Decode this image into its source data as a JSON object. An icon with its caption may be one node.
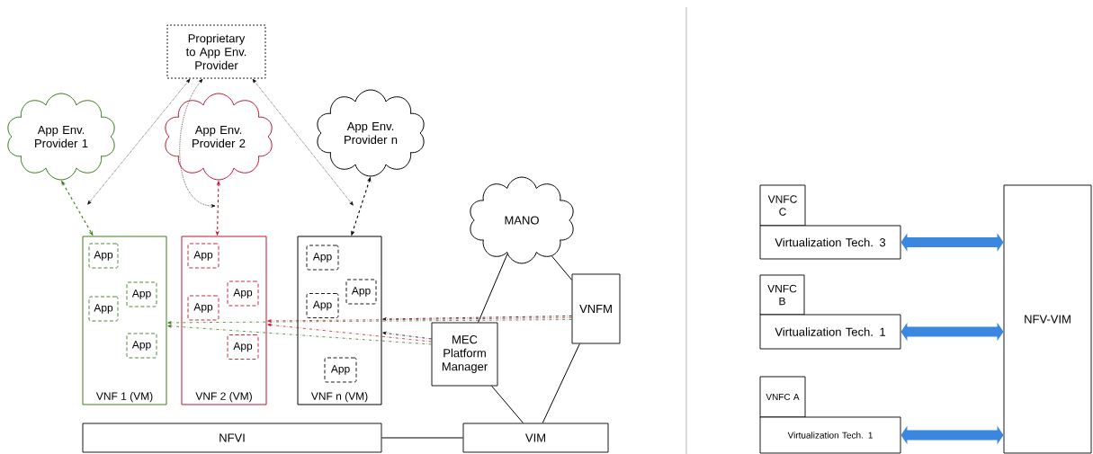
{
  "diagram": {
    "nodes": [
      {
        "text": [
          "Proprietary to App Env. Provider"
        ]
      },
      {
        "text": [
          "App Env. Provider 1"
        ]
      },
      {
        "text": [
          "App Env. Provider 2"
        ]
      },
      {
        "text": [
          "App Env. Provider n"
        ]
      },
      {
        "text": [
          "MANO"
        ]
      },
      {
        "text": [
          "VNF 1 (VM)"
        ]
      },
      {
        "text": [
          "App"
        ],
        "in": 5
      },
      {
        "text": [
          "App"
        ],
        "in": 5
      },
      {
        "text": [
          "App"
        ],
        "in": 5
      },
      {
        "text": [
          "App"
        ],
        "in": 5
      },
      {
        "text": [
          "VNF 2 (VM)"
        ]
      },
      {
        "text": [
          "App"
        ],
        "in": 10
      },
      {
        "text": [
          "App"
        ],
        "in": 10
      },
      {
        "text": [
          "App"
        ],
        "in": 10
      },
      {
        "text": [
          "App"
        ],
        "in": 10
      },
      {
        "text": [
          "VNF n (VM)"
        ]
      },
      {
        "text": [
          "App"
        ],
        "in": 15
      },
      {
        "text": [
          "App"
        ],
        "in": 15
      },
      {
        "text": [
          "App"
        ],
        "in": 15
      },
      {
        "text": [
          "App"
        ],
        "in": 15
      },
      {
        "text": [
          "VNFM"
        ]
      },
      {
        "text": [
          "MEC Platform Manager"
        ]
      },
      {
        "text": [
          "NFVI"
        ]
      },
      {
        "text": [
          "VIM"
        ]
      },
      {
        "text": [
          "VNFC C"
        ]
      },
      {
        "text": [
          "Virtualization Tech. 3"
        ]
      },
      {
        "text": [
          "VNFC B"
        ]
      },
      {
        "text": [
          "Virtualization Tech. 1"
        ]
      },
      {
        "text": [
          "NFV-VIM"
        ]
      },
      {
        "text": [
          "VNFC A"
        ]
      },
      {
        "text": [
          "Virtualization Tech. 1"
        ]
      }
    ],
    "edges": [
      {
        "from": 1,
        "to": 5,
        "arrow": "both",
        "style": "dashed",
        "color": "#3c7a1e"
      },
      {
        "from": 2,
        "to": 10,
        "arrow": "both",
        "style": "dashed",
        "color": "#c0152f"
      },
      {
        "from": 3,
        "to": 15,
        "arrow": "both",
        "style": "dashed"
      },
      {
        "from": 0,
        "to": null,
        "arrow": "both",
        "style": "dashed"
      },
      {
        "from": 0,
        "to": null,
        "arrow": "both",
        "style": "dashed"
      },
      {
        "from": 0,
        "to": null,
        "arrow": "both",
        "style": "dashed"
      },
      {
        "from": 4,
        "to": 21,
        "arrow": "none"
      },
      {
        "from": 4,
        "to": 20,
        "arrow": "none"
      },
      {
        "from": 20,
        "to": 23,
        "arrow": "none"
      },
      {
        "from": 21,
        "to": 23,
        "arrow": "none"
      },
      {
        "from": 22,
        "to": 23,
        "arrow": "none"
      },
      {
        "from": 20,
        "to": 15,
        "arrow": "to",
        "style": "dashed"
      },
      {
        "from": 20,
        "to": 10,
        "arrow": "to",
        "style": "dashed",
        "color": "#c0152f"
      },
      {
        "from": 20,
        "to": 5,
        "arrow": "to",
        "style": "dashed",
        "color": "#3c7a1e"
      },
      {
        "from": 21,
        "to": 15,
        "arrow": "to",
        "style": "dashed"
      },
      {
        "from": 21,
        "to": 10,
        "arrow": "to",
        "style": "dashed",
        "color": "#c0152f"
      },
      {
        "from": 21,
        "to": 5,
        "arrow": "to",
        "style": "dashed",
        "color": "#3c7a1e"
      },
      {
        "from": 25,
        "to": 28,
        "arrow": "both",
        "style": "thick",
        "color": "#3b87e0"
      },
      {
        "from": 27,
        "to": 28,
        "arrow": "both",
        "style": "thick",
        "color": "#3b87e0"
      },
      {
        "from": 30,
        "to": 28,
        "arrow": "both",
        "style": "thick",
        "color": "#3b87e0"
      }
    ]
  }
}
